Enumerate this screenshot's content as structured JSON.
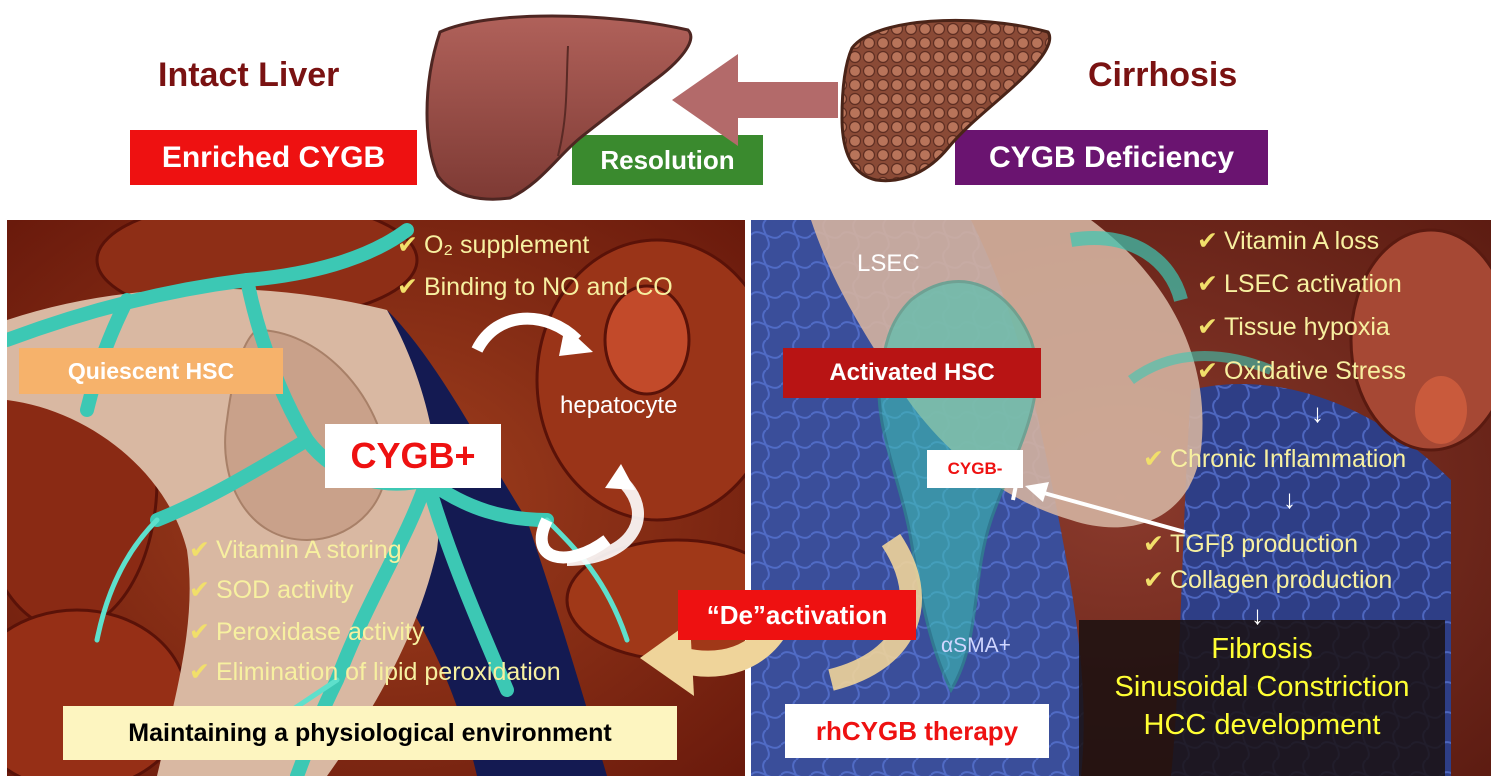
{
  "header": {
    "intact_title": "Intact Liver",
    "cirrhosis_title": "Cirrhosis",
    "enriched_label": "Enriched CYGB",
    "resolution_label": "Resolution",
    "deficiency_label": "CYGB Deficiency"
  },
  "left_panel": {
    "top_checks": [
      "O₂ supplement",
      "Binding to NO and CO"
    ],
    "quiescent_label": "Quiescent HSC",
    "cygb_plus": "CYGB+",
    "hepatocyte": "hepatocyte",
    "bottom_checks": [
      "Vitamin A storing",
      "SOD activity",
      "Peroxidase activity",
      "Elimination of lipid peroxidation"
    ],
    "footer": "Maintaining a physiological environment"
  },
  "right_panel": {
    "lsec": "LSEC",
    "activated_label": "Activated HSC",
    "cygb_minus": "CYGB-",
    "asma": "αSMA+",
    "checks_top": [
      "Vitamin A loss",
      "LSEC activation",
      "Tissue hypoxia",
      "Oxidative Stress"
    ],
    "chronic": "Chronic Inflammation",
    "checks_mid": [
      "TGFβ production",
      "Collagen production"
    ],
    "outcomes": [
      "Fibrosis",
      "Sinusoidal Constriction",
      "HCC development"
    ],
    "deactivation": "“De”activation",
    "therapy": "rhCYGB therapy"
  },
  "icons": {
    "check": "✔",
    "down_arrow": "↓"
  },
  "colors": {
    "title_red": "#7a1212",
    "enriched_bg": "#ee1111",
    "resolution_bg": "#3a8a2e",
    "deficiency_bg": "#6a1470",
    "quiescent_bg": "#f6b26b",
    "activated_bg": "#b81414",
    "check_text": "#f7f0a0",
    "outcome_text": "#ffff33",
    "teal": "#3cc8b4"
  }
}
